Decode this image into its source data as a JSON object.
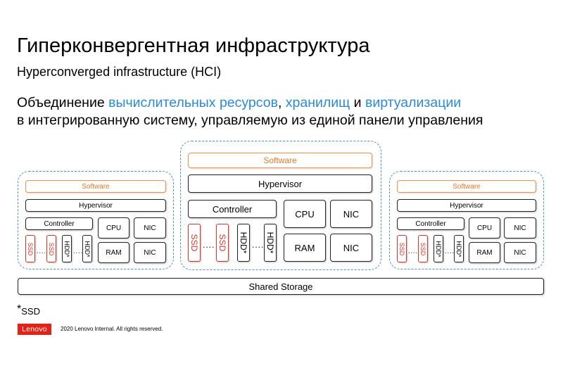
{
  "title": "Гиперконвергентная инфраструктура",
  "subtitle": "Hyperconverged infrastructure (HCI)",
  "description": {
    "line1_part1": "Объединение ",
    "line1_highlight1": "вычислительных ресурсов",
    "line1_part2": ", ",
    "line1_highlight2": "хранилищ",
    "line1_part3": " и ",
    "line1_highlight3": "виртуализации",
    "line2": "в интегрированную систему, управляемую из единой панели управления"
  },
  "node": {
    "software": "Software",
    "hypervisor": "Hypervisor",
    "controller": "Controller",
    "cpu": "CPU",
    "nic": "NIC",
    "ram": "RAM",
    "ssd": "SSD",
    "hdd": "HDD*",
    "dots": "...."
  },
  "shared_storage": "Shared Storage",
  "footnote": {
    "star": "*",
    "text": "SSD"
  },
  "footer": {
    "logo": "Lenovo",
    "copyright": "2020 Lenovo Internal. All rights reserved."
  },
  "colors": {
    "accent": "#2a8ad8",
    "software": "#e8782a",
    "ssd": "#d8352c",
    "node_border": "#4a90d9",
    "brand": "#e2231a"
  }
}
